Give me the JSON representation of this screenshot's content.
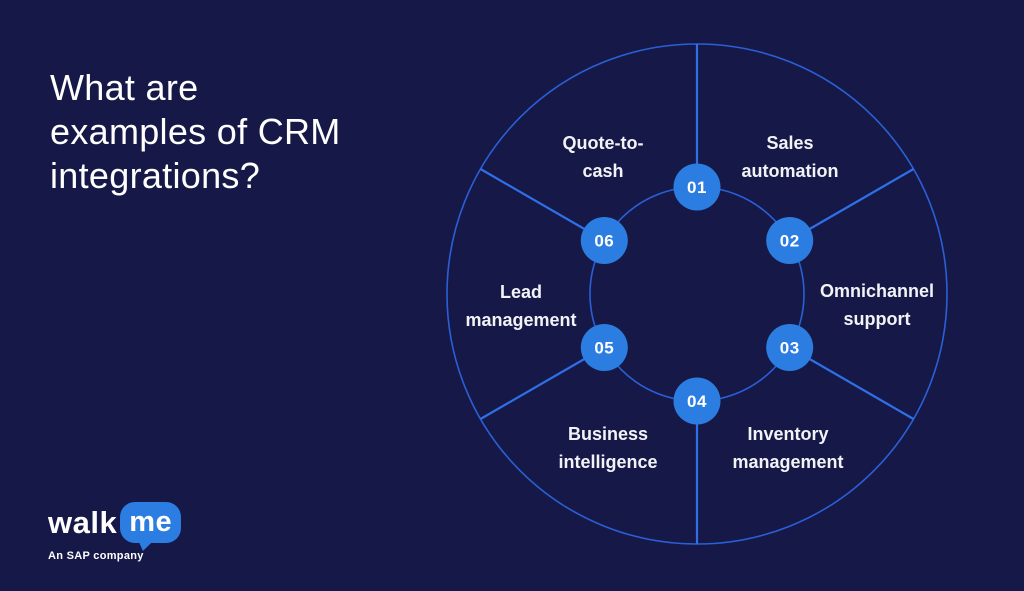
{
  "page": {
    "background_color": "#161947"
  },
  "header": {
    "title": "What are examples of CRM integrations?",
    "title_lines": [
      "What are",
      "examples of CRM",
      "integrations?"
    ]
  },
  "diagram": {
    "name": "CRM integrations wheel",
    "colors": {
      "ring_line": "#2a5fd6",
      "spoke_line": "#2f6fe8",
      "badge_fill": "#2b7de2",
      "label_text": "#f2f3f7"
    },
    "items": [
      {
        "number": "01",
        "label": "Sales automation"
      },
      {
        "number": "02",
        "label": "Omnichannel support"
      },
      {
        "number": "03",
        "label": "Inventory management"
      },
      {
        "number": "04",
        "label": "Business intelligence"
      },
      {
        "number": "05",
        "label": "Lead management"
      },
      {
        "number": "06",
        "label": "Quote-to-cash"
      }
    ]
  },
  "footer": {
    "logo": {
      "walk": "walk",
      "me": "me",
      "tagline": "An SAP company",
      "bubble_color": "#2b7de2"
    }
  }
}
